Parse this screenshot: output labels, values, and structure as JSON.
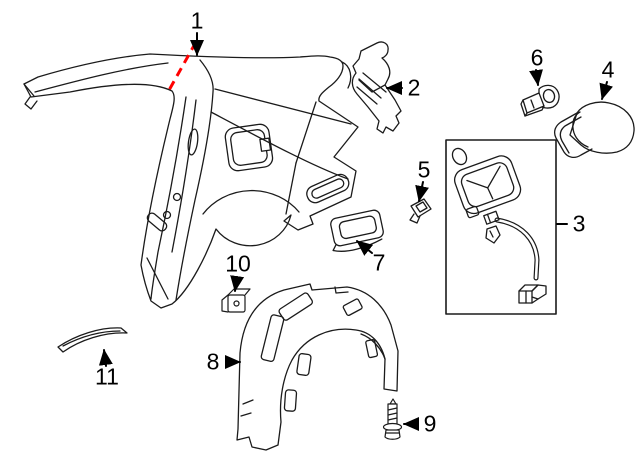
{
  "diagram": {
    "background_color": "#ffffff",
    "line_color": "#1b1b1b",
    "highlight_color": "#ff0000",
    "callouts": [
      {
        "id": 1,
        "label": "1"
      },
      {
        "id": 2,
        "label": "2"
      },
      {
        "id": 3,
        "label": "3"
      },
      {
        "id": 4,
        "label": "4"
      },
      {
        "id": 5,
        "label": "5"
      },
      {
        "id": 6,
        "label": "6"
      },
      {
        "id": 7,
        "label": "7"
      },
      {
        "id": 8,
        "label": "8"
      },
      {
        "id": 9,
        "label": "9"
      },
      {
        "id": 10,
        "label": "10"
      },
      {
        "id": 11,
        "label": "11"
      }
    ]
  }
}
